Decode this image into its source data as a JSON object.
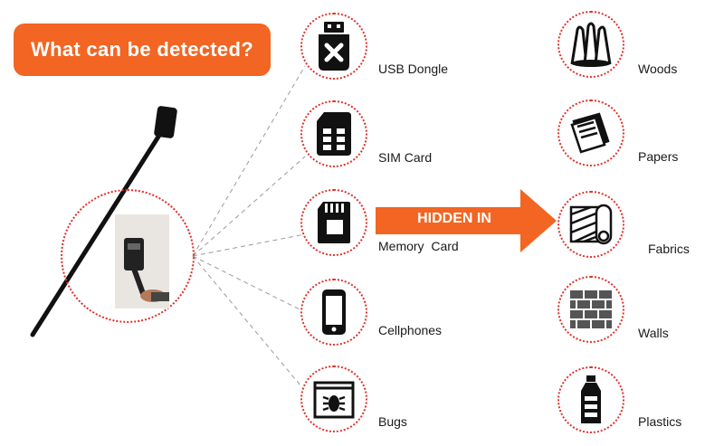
{
  "title": "What can be detected?",
  "devices": [
    {
      "label": "USB Dongle",
      "icon": "usb-dongle-icon"
    },
    {
      "label": "SIM Card",
      "icon": "sim-card-icon"
    },
    {
      "label": "Memory  Card",
      "icon": "memory-card-icon"
    },
    {
      "label": "Cellphones",
      "icon": "cellphone-icon"
    },
    {
      "label": "Bugs",
      "icon": "bug-icon"
    }
  ],
  "arrow_label": "HIDDEN IN",
  "materials": [
    {
      "label": "Woods",
      "icon": "wood-logs-icon"
    },
    {
      "label": "Papers",
      "icon": "papers-icon"
    },
    {
      "label": "Fabrics",
      "icon": "fabric-roll-icon"
    },
    {
      "label": "Walls",
      "icon": "brick-wall-icon"
    },
    {
      "label": "Plastics",
      "icon": "plastic-bottle-icon"
    }
  ],
  "colors": {
    "accent": "#f26522",
    "dotted_circle": "#e0302a",
    "icon": "#111111"
  }
}
